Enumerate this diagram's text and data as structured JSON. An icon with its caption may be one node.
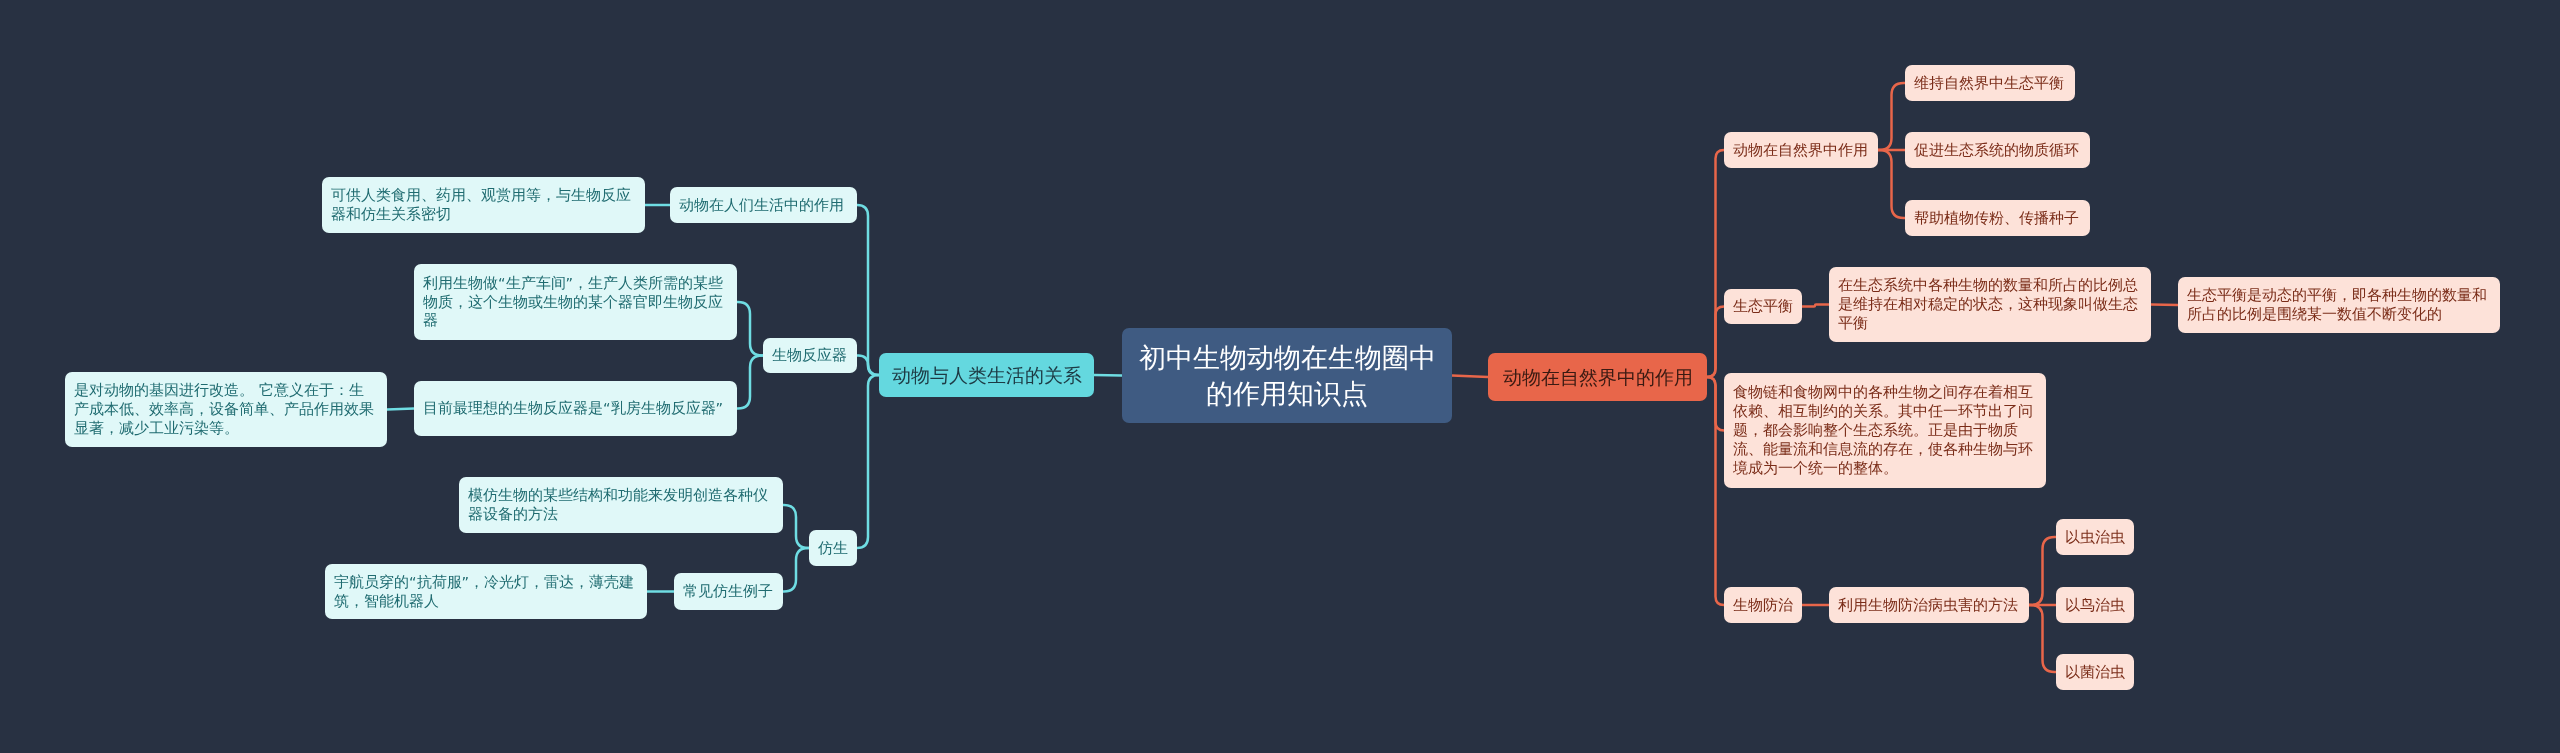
{
  "diagram": {
    "nodes": [
      {
        "text": [
          "初中生物动物在生物圈中的作用知识点"
        ]
      },
      {
        "text": [
          "动物与人类生活的关系"
        ]
      },
      {
        "text": [
          "动物在人们生活中的作用"
        ]
      },
      {
        "text": [
          "可供人类食用、药用、观赏用等，与生物反应器和仿生关系密切"
        ]
      },
      {
        "text": [
          "生物反应器"
        ]
      },
      {
        "text": [
          "利用生物做“生产车间”，生产人类所需的某些物质，这个生物或生物的某个器官即生物反应器"
        ]
      },
      {
        "text": [
          "目前最理想的生物反应器是“乳房生物反应器”"
        ]
      },
      {
        "text": [
          "是对动物的基因进行改造。 它意义在于：生产成本低、效率高，设备简单、产品作用效果显著，减少工业污染等。"
        ]
      },
      {
        "text": [
          "仿生"
        ]
      },
      {
        "text": [
          "模仿生物的某些结构和功能来发明创造各种仪器设备的方法"
        ]
      },
      {
        "text": [
          "常见仿生例子"
        ]
      },
      {
        "text": [
          "宇航员穿的“抗荷服”，冷光灯，雷达，薄壳建筑，智能机器人"
        ]
      },
      {
        "text": [
          "动物在自然界中的作用"
        ]
      },
      {
        "text": [
          "动物在自然界中作用"
        ]
      },
      {
        "text": [
          "维持自然界中生态平衡"
        ]
      },
      {
        "text": [
          "促进生态系统的物质循环"
        ]
      },
      {
        "text": [
          "帮助植物传粉、传播种子"
        ]
      },
      {
        "text": [
          "生态平衡"
        ]
      },
      {
        "text": [
          "在生态系统中各种生物的数量和所占的比例总是维持在相对稳定的状态，这种现象叫做生态平衡"
        ]
      },
      {
        "text": [
          "生态平衡是动态的平衡，即各种生物的数量和所占的比例是围绕某一数值不断变化的"
        ]
      },
      {
        "text": [
          "食物链和食物网中的各种生物之间存在着相互依赖、相互制约的关系。其中任一环节出了问题，都会影响整个生态系统。正是由于物质流、能量流和信息流的存在，使各种生物与环境成为一个统一的整体。"
        ]
      },
      {
        "text": [
          "生物防治"
        ]
      },
      {
        "text": [
          "利用生物防治病虫害的方法"
        ]
      },
      {
        "text": [
          "以虫治虫"
        ]
      },
      {
        "text": [
          "以鸟治虫"
        ]
      },
      {
        "text": [
          "以菌治虫"
        ]
      }
    ],
    "edges": [
      {
        "from": 0,
        "to": 1,
        "arrow": "none",
        "color": "#6fdde3"
      },
      {
        "from": 1,
        "to": 2,
        "arrow": "none",
        "color": "#6fdde3"
      },
      {
        "from": 1,
        "to": 4,
        "arrow": "none",
        "color": "#6fdde3"
      },
      {
        "from": 1,
        "to": 8,
        "arrow": "none",
        "color": "#6fdde3"
      },
      {
        "from": 2,
        "to": 3,
        "arrow": "none",
        "color": "#6fdde3"
      },
      {
        "from": 4,
        "to": 5,
        "arrow": "none",
        "color": "#6fdde3"
      },
      {
        "from": 4,
        "to": 6,
        "arrow": "none",
        "color": "#6fdde3"
      },
      {
        "from": 6,
        "to": 7,
        "arrow": "none",
        "color": "#6fdde3"
      },
      {
        "from": 8,
        "to": 9,
        "arrow": "none",
        "color": "#6fdde3"
      },
      {
        "from": 8,
        "to": 10,
        "arrow": "none",
        "color": "#6fdde3"
      },
      {
        "from": 10,
        "to": 11,
        "arrow": "none",
        "color": "#6fdde3"
      },
      {
        "from": 0,
        "to": 12,
        "arrow": "none"
      },
      {
        "from": 12,
        "to": 13,
        "arrow": "none"
      },
      {
        "from": 12,
        "to": 17,
        "arrow": "none"
      },
      {
        "from": 12,
        "to": 20,
        "arrow": "none"
      },
      {
        "from": 12,
        "to": 21,
        "arrow": "none"
      },
      {
        "from": 13,
        "to": 14,
        "arrow": "none"
      },
      {
        "from": 13,
        "to": 15,
        "arrow": "none"
      },
      {
        "from": 13,
        "to": 16,
        "arrow": "none"
      },
      {
        "from": 17,
        "to": 18,
        "arrow": "none"
      },
      {
        "from": 18,
        "to": 19,
        "arrow": "none"
      },
      {
        "from": 21,
        "to": 22,
        "arrow": "none"
      },
      {
        "from": 22,
        "to": 23,
        "arrow": "none"
      },
      {
        "from": 22,
        "to": 24,
        "arrow": "none"
      },
      {
        "from": 22,
        "to": 25,
        "arrow": "none"
      }
    ]
  }
}
